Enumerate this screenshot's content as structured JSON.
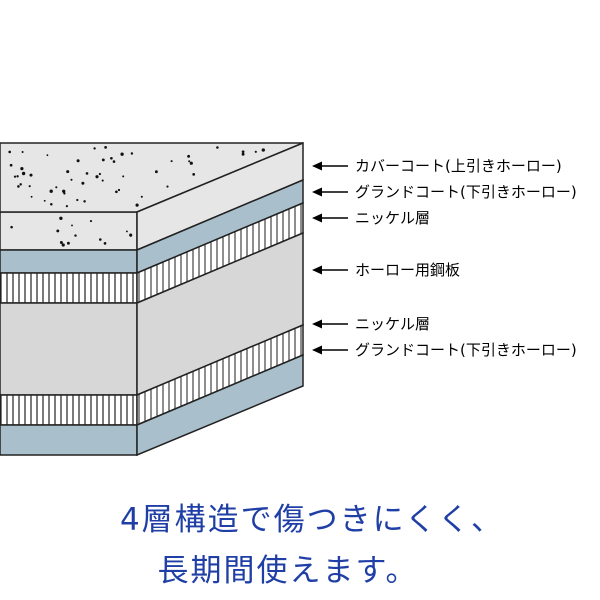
{
  "layers": [
    {
      "key": "cover",
      "label": "カバーコート(上引きホーロー)"
    },
    {
      "key": "ground_top",
      "label": "グランドコート(下引きホーロー)"
    },
    {
      "key": "nickel_top",
      "label": "ニッケル層"
    },
    {
      "key": "steel",
      "label": "ホーロー用鋼板"
    },
    {
      "key": "nickel_bottom",
      "label": "ニッケル層"
    },
    {
      "key": "ground_bottom",
      "label": "グランドコート(下引きホーロー)"
    }
  ],
  "caption": {
    "line1": "4層構造で傷つきにくく、",
    "line2": "長期間使えます。"
  },
  "colors": {
    "cover": "#e6e6e6",
    "ground": "#a9c0cc",
    "nickel": "#ffffff",
    "steel": "#d7d7d7",
    "outline": "#222222",
    "caption": "#1f3fa6"
  }
}
